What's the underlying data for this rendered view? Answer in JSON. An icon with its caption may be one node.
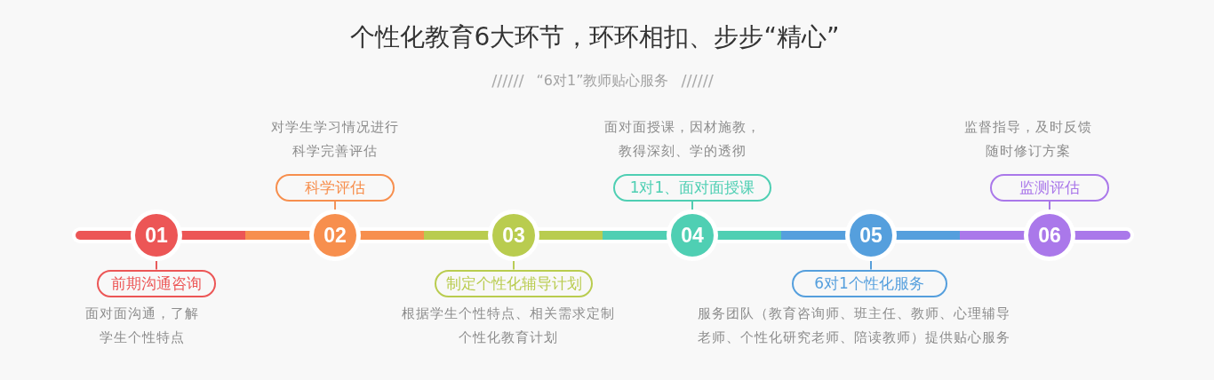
{
  "diagram": {
    "title": "个性化教育6大环节，环环相扣、步步“精心”",
    "nodes": [
      {
        "text": [
          "01"
        ]
      },
      {
        "text": [
          "前期沟通咨询"
        ],
        "beside": [
          "面对面沟通，了解学生个性特点"
        ]
      },
      {
        "text": [
          "02"
        ]
      },
      {
        "text": [
          "科学评估"
        ],
        "beside": [
          "对学生学习情况进行科学完善评估"
        ]
      },
      {
        "text": [
          "03"
        ]
      },
      {
        "text": [
          "制定个性化辅导计划"
        ],
        "beside": [
          "根据学生个性特点、相关需求定制个性化教育计划"
        ]
      },
      {
        "text": [
          "04"
        ]
      },
      {
        "text": [
          "1对1、面对面授课"
        ],
        "beside": [
          "面对面授课，因材施教，教得深刻、学的透彻"
        ]
      },
      {
        "text": [
          "05"
        ]
      },
      {
        "text": [
          "6对1个性化服务"
        ],
        "beside": [
          "服务团队（教育咨询师、班主任、教师、心理辅导老师、个性化研究老师、陪读教师）提供贴心服务"
        ]
      },
      {
        "text": [
          "06"
        ]
      },
      {
        "text": [
          "监测评估"
        ],
        "beside": [
          "监督指导，及时反馈随时修订方案"
        ]
      }
    ],
    "edges": [
      {
        "from": 0,
        "to": 1,
        "arrow": "none",
        "color": "#e85a5a"
      },
      {
        "from": 2,
        "to": 3,
        "arrow": "none",
        "color": "#f2935a"
      },
      {
        "from": 4,
        "to": 5,
        "arrow": "none",
        "color": "#b9cc55"
      },
      {
        "from": 6,
        "to": 7,
        "arrow": "none",
        "color": "#52cbb0"
      },
      {
        "from": 8,
        "to": 9,
        "arrow": "none",
        "color": "#579fda"
      },
      {
        "from": 10,
        "to": 11,
        "arrow": "none",
        "color": "#a879e4"
      }
    ],
    "labels": [
      "//////",
      "“6对1”教师贴心服务",
      "//////"
    ]
  }
}
